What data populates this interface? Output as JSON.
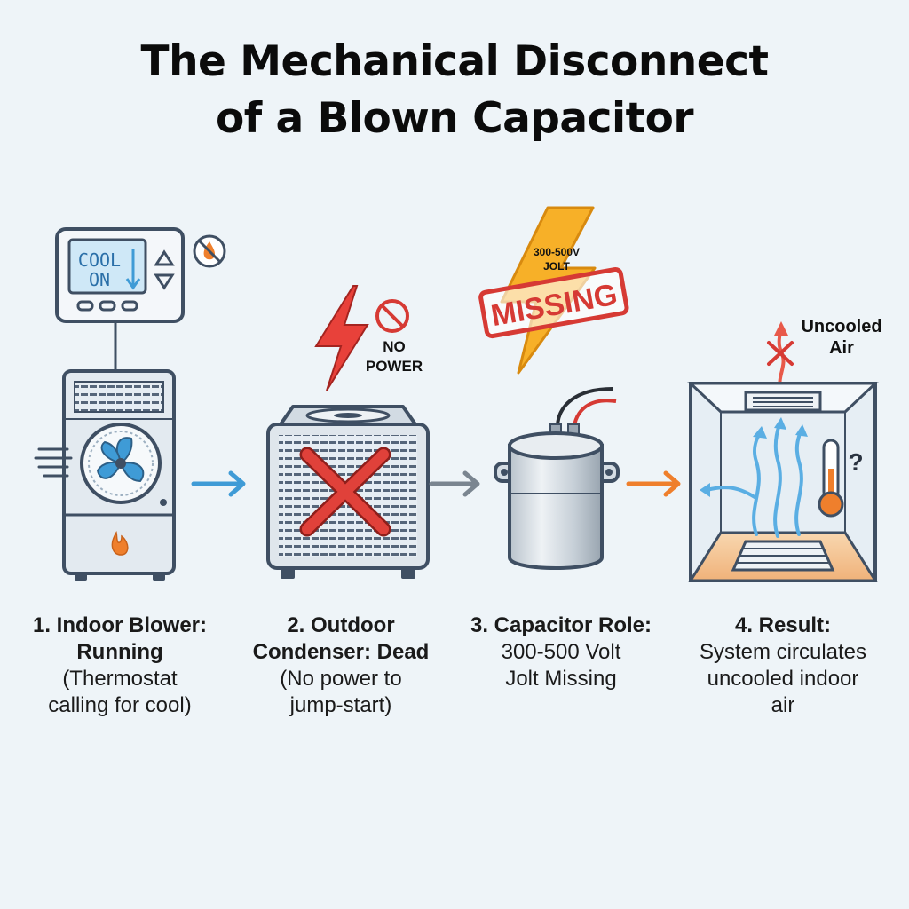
{
  "title": {
    "line1": "The Mechanical Disconnect",
    "line2": "of a Blown Capacitor"
  },
  "thermostat": {
    "line1": "COOL",
    "line2": "ON"
  },
  "labels": {
    "no_power_line1": "NO",
    "no_power_line2": "POWER",
    "jolt_line1": "300-500V",
    "jolt_line2": "JOLT",
    "missing_stamp": "MISSING",
    "uncooled_line1": "Uncooled",
    "uncooled_line2": "Air",
    "question_mark": "?"
  },
  "steps": [
    {
      "bold": [
        "1. Indoor Blower:",
        "Running"
      ],
      "normal": [
        "(Thermostat",
        "calling for cool)"
      ]
    },
    {
      "bold": [
        "2. Outdoor",
        "Condenser: Dead"
      ],
      "normal": [
        "(No power to",
        "jump-start)"
      ]
    },
    {
      "bold": [
        "3. Capacitor Role:"
      ],
      "normal": [
        "300-500 Volt",
        "Jolt Missing"
      ]
    },
    {
      "bold": [
        "4. Result:"
      ],
      "normal": [
        "System circulates",
        "uncooled indoor",
        "air"
      ]
    }
  ],
  "colors": {
    "background": "#eef4f8",
    "outline": "#3f4f63",
    "cool_blue": "#3f9bd6",
    "x_red": "#d63a34",
    "bolt_orange": "#f6a623",
    "arrow_orange": "#ef7f2c",
    "arrow_gray": "#7a8590"
  }
}
